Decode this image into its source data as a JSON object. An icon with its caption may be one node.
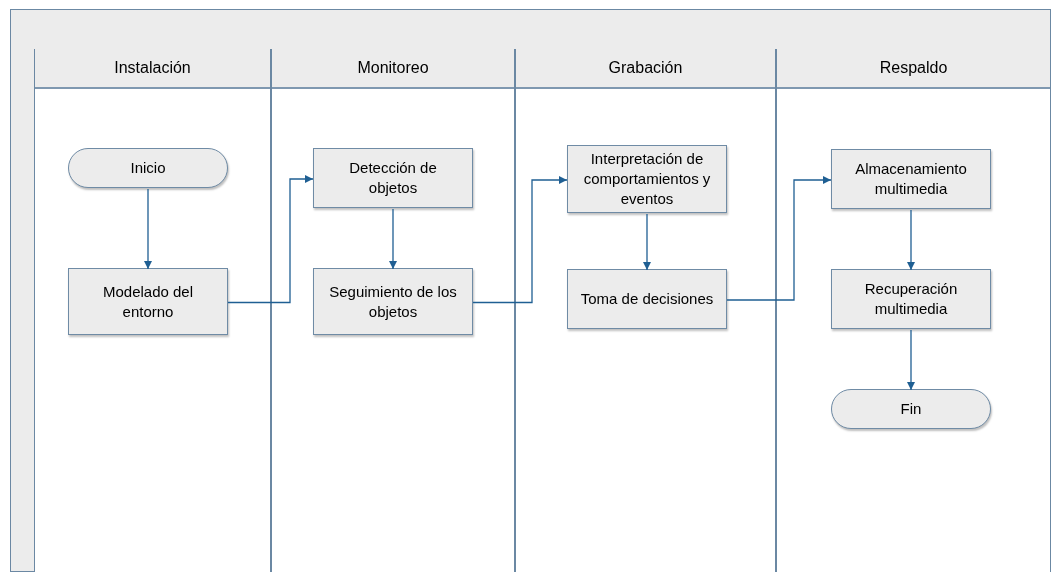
{
  "diagram": {
    "nodes": [
      {
        "text": [],
        "shape": "box"
      },
      {
        "text": [
          "Instalación"
        ],
        "in": 0
      },
      {
        "text": [
          "Monitoreo"
        ],
        "in": 0
      },
      {
        "text": [
          "Grabación"
        ],
        "in": 0
      },
      {
        "text": [
          "Respaldo"
        ],
        "in": 0
      },
      {
        "text": [
          "Inicio"
        ],
        "in": 1
      },
      {
        "text": [
          "Modelado del entorno"
        ],
        "in": 1
      },
      {
        "text": [
          "Detección de objetos"
        ],
        "in": 2
      },
      {
        "text": [
          "Seguimiento de los objetos"
        ],
        "in": 2
      },
      {
        "text": [
          "Interpretación de comportamientos y eventos"
        ],
        "in": 3
      },
      {
        "text": [
          "Toma de decisiones"
        ],
        "in": 3
      },
      {
        "text": [
          "Almacenamiento multimedia"
        ],
        "in": 4
      },
      {
        "text": [
          "Recuperación multimedia"
        ],
        "in": 4
      },
      {
        "text": [
          "Fin"
        ],
        "in": 4
      }
    ],
    "edges": [
      {
        "from": 5,
        "to": 6,
        "arrow": "to"
      },
      {
        "from": 6,
        "to": 7,
        "arrow": "to"
      },
      {
        "from": 7,
        "to": 8,
        "arrow": "to"
      },
      {
        "from": 8,
        "to": 9,
        "arrow": "to"
      },
      {
        "from": 9,
        "to": 10,
        "arrow": "to"
      },
      {
        "from": 10,
        "to": 11,
        "arrow": "to"
      },
      {
        "from": 11,
        "to": 12,
        "arrow": "to"
      },
      {
        "from": 12,
        "to": 13,
        "arrow": "to"
      }
    ]
  }
}
